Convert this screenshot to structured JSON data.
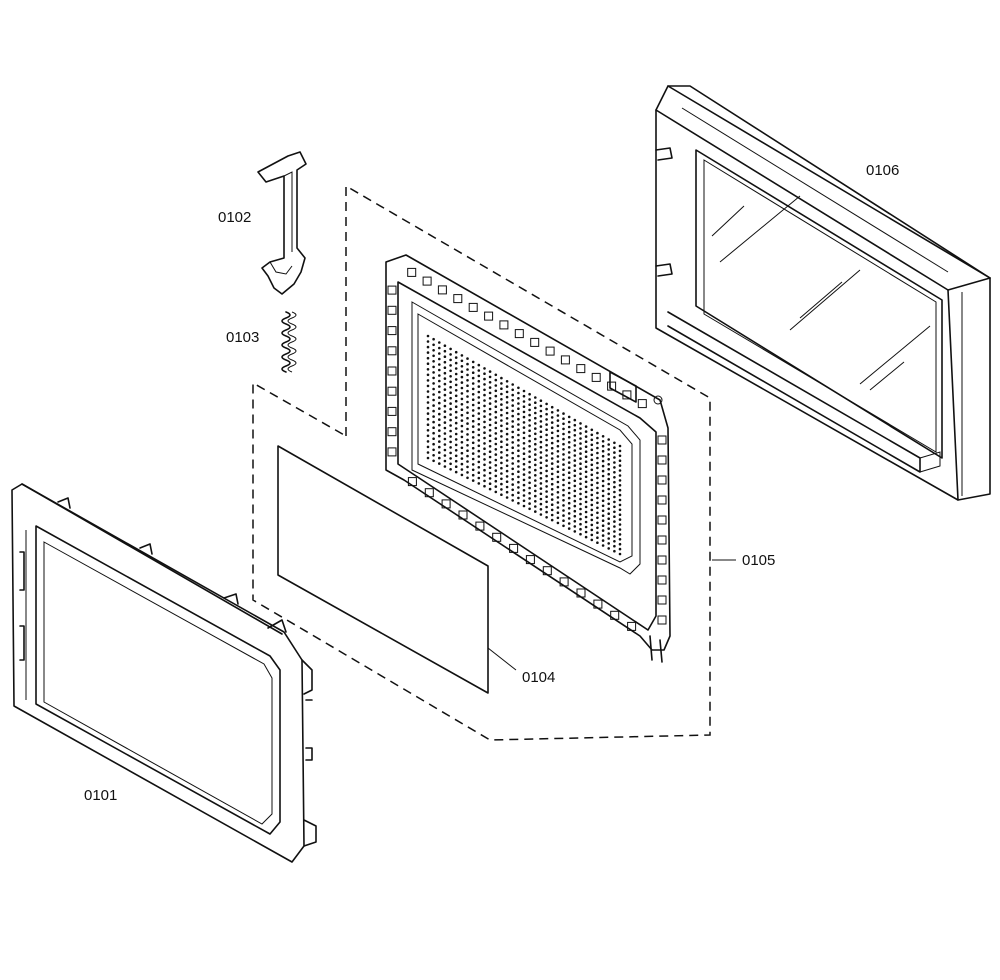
{
  "parts": [
    {
      "id": "0101",
      "label": "0101"
    },
    {
      "id": "0102",
      "label": "0102"
    },
    {
      "id": "0103",
      "label": "0103"
    },
    {
      "id": "0104",
      "label": "0104"
    },
    {
      "id": "0105",
      "label": "0105"
    },
    {
      "id": "0106",
      "label": "0106"
    }
  ]
}
